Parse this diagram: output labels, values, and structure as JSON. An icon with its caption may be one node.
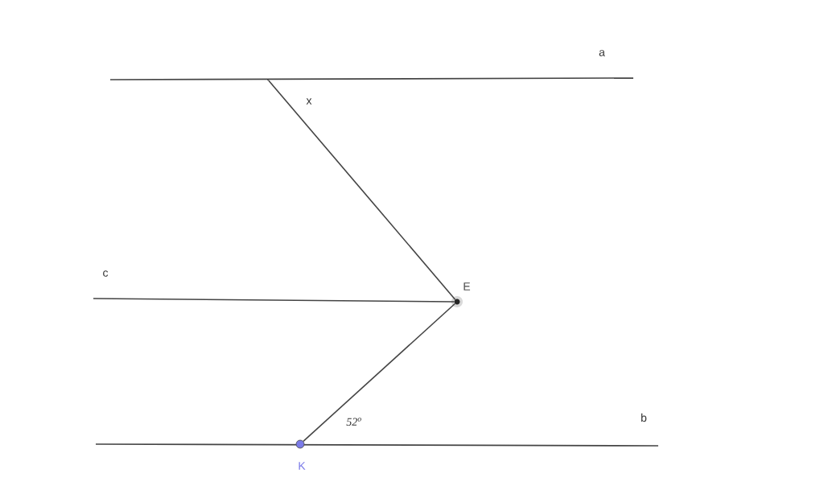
{
  "diagram": {
    "nodes": [
      {
        "text": [],
        "shape": "point"
      },
      {
        "text": [
          "E"
        ]
      },
      {
        "text": [
          "K"
        ]
      }
    ],
    "edges": [
      {
        "from": 0,
        "to": 1,
        "arrow": "none"
      },
      {
        "from": 1,
        "to": 2,
        "arrow": "none"
      },
      {
        "from": null,
        "to": 1,
        "arrow": "none"
      }
    ],
    "labels": [
      "a",
      "x",
      "c",
      "52$^{o}$",
      "b"
    ]
  }
}
